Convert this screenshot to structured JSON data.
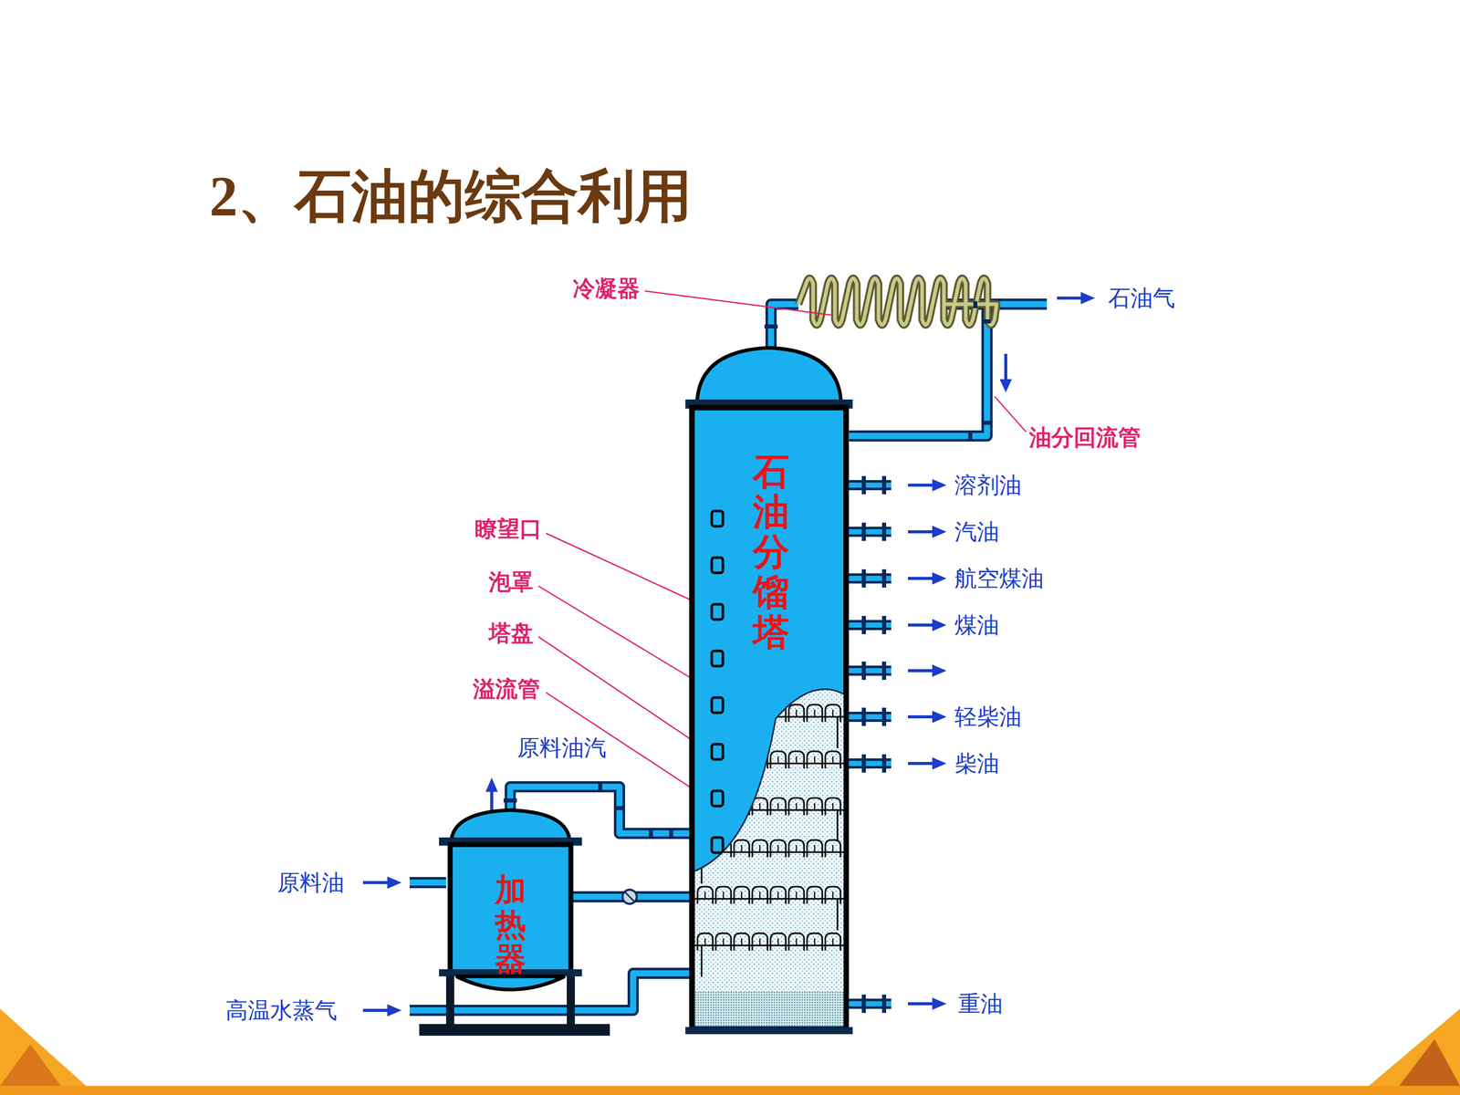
{
  "diagram": {
    "title": "2、石油的综合利用",
    "nodes": [
      {
        "text": [
          "石油分馏塔"
        ]
      },
      {
        "text": [
          "加热器"
        ]
      }
    ],
    "edges": [
      {
        "from": 1,
        "to": 0,
        "arrow": "none"
      },
      {
        "from": 1,
        "to": 0,
        "arrow": "none"
      }
    ],
    "labels": [
      "冷凝器",
      "石油气",
      "油分回流管",
      "溶剂油",
      "汽油",
      "航空煤油",
      "煤油",
      "轻柴油",
      "柴油",
      "重油",
      "瞭望口",
      "泡罩",
      "塔盘",
      "溢流管",
      "原料油汽",
      "原料油",
      "高温水蒸气"
    ]
  }
}
